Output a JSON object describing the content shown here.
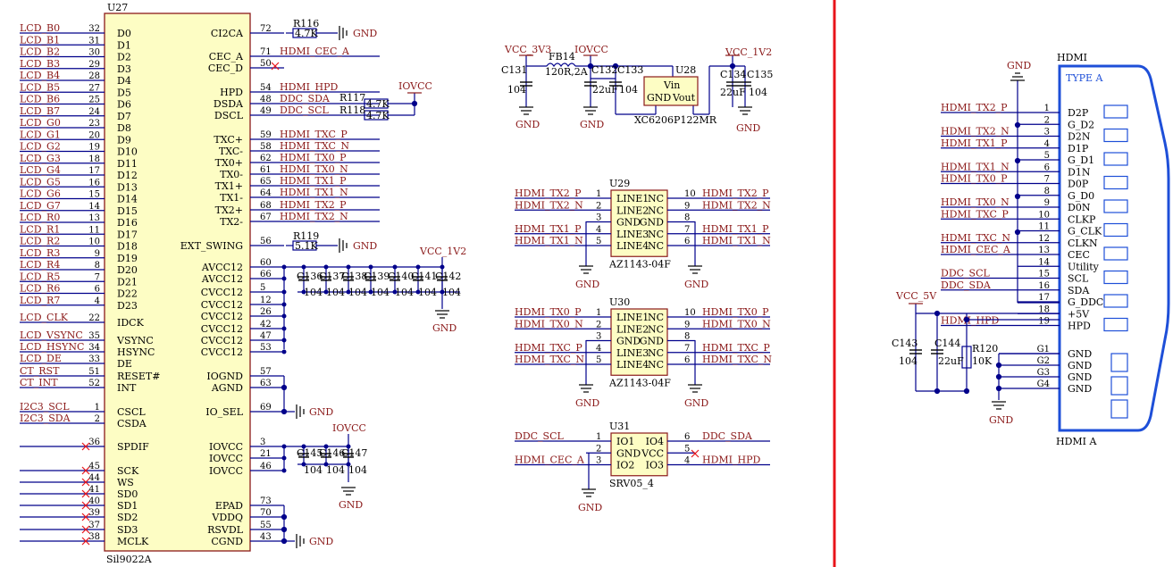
{
  "u27": {
    "ref": "U27",
    "part": "Sil9022A",
    "left_pins": [
      {
        "net": "LCD_B0",
        "num": "32",
        "name": "D0"
      },
      {
        "net": "LCD_B1",
        "num": "31",
        "name": "D1"
      },
      {
        "net": "LCD_B2",
        "num": "30",
        "name": "D2"
      },
      {
        "net": "LCD_B3",
        "num": "29",
        "name": "D3"
      },
      {
        "net": "LCD_B4",
        "num": "28",
        "name": "D4"
      },
      {
        "net": "LCD_B5",
        "num": "27",
        "name": "D5"
      },
      {
        "net": "LCD_B6",
        "num": "25",
        "name": "D6"
      },
      {
        "net": "LCD_B7",
        "num": "24",
        "name": "D7"
      },
      {
        "net": "LCD_G0",
        "num": "23",
        "name": "D8"
      },
      {
        "net": "LCD_G1",
        "num": "20",
        "name": "D9"
      },
      {
        "net": "LCD_G2",
        "num": "19",
        "name": "D10"
      },
      {
        "net": "LCD_G3",
        "num": "18",
        "name": "D11"
      },
      {
        "net": "LCD_G4",
        "num": "17",
        "name": "D12"
      },
      {
        "net": "LCD_G5",
        "num": "16",
        "name": "D13"
      },
      {
        "net": "LCD_G6",
        "num": "15",
        "name": "D14"
      },
      {
        "net": "LCD_G7",
        "num": "14",
        "name": "D15"
      },
      {
        "net": "LCD_R0",
        "num": "13",
        "name": "D16"
      },
      {
        "net": "LCD_R1",
        "num": "11",
        "name": "D17"
      },
      {
        "net": "LCD_R2",
        "num": "10",
        "name": "D18"
      },
      {
        "net": "LCD_R3",
        "num": "9",
        "name": "D19"
      },
      {
        "net": "LCD_R4",
        "num": "8",
        "name": "D20"
      },
      {
        "net": "LCD_R5",
        "num": "7",
        "name": "D21"
      },
      {
        "net": "LCD_R6",
        "num": "6",
        "name": "D22"
      },
      {
        "net": "LCD_R7",
        "num": "4",
        "name": "D23"
      },
      {
        "net": "LCD_CLK",
        "num": "22",
        "name": "IDCK"
      },
      {
        "net": "LCD_VSYNC",
        "num": "35",
        "name": "VSYNC"
      },
      {
        "net": "LCD_HSYNC",
        "num": "34",
        "name": "HSYNC"
      },
      {
        "net": "LCD_DE",
        "num": "33",
        "name": "DE"
      },
      {
        "net": "CT_RST",
        "num": "51",
        "name": "RESET#"
      },
      {
        "net": "CT_INT",
        "num": "52",
        "name": "INT"
      },
      {
        "net": "I2C3_SCL",
        "num": "1",
        "name": "CSCL"
      },
      {
        "net": "I2C3_SDA",
        "num": "2",
        "name": "CSDA"
      },
      {
        "net": "",
        "num": "36",
        "name": "SPDIF"
      },
      {
        "net": "",
        "num": "45",
        "name": "SCK"
      },
      {
        "net": "",
        "num": "44",
        "name": "WS"
      },
      {
        "net": "",
        "num": "41",
        "name": "SD0"
      },
      {
        "net": "",
        "num": "40",
        "name": "SD1"
      },
      {
        "net": "",
        "num": "39",
        "name": "SD2"
      },
      {
        "net": "",
        "num": "37",
        "name": "SD3"
      },
      {
        "net": "",
        "num": "38",
        "name": "MCLK"
      }
    ],
    "right_pins": [
      {
        "name": "CI2CA",
        "num": "72",
        "net": ""
      },
      {
        "name": "CEC_A",
        "num": "71",
        "net": "HDMI_CEC_A"
      },
      {
        "name": "CEC_D",
        "num": "50",
        "net": ""
      },
      {
        "name": "HPD",
        "num": "54",
        "net": "HDMI_HPD"
      },
      {
        "name": "DSDA",
        "num": "48",
        "net": "DDC_SDA"
      },
      {
        "name": "DSCL",
        "num": "49",
        "net": "DDC_SCL"
      },
      {
        "name": "TXC+",
        "num": "59",
        "net": "HDMI_TXC_P"
      },
      {
        "name": "TXC-",
        "num": "58",
        "net": "HDMI_TXC_N"
      },
      {
        "name": "TX0+",
        "num": "62",
        "net": "HDMI_TX0_P"
      },
      {
        "name": "TX0-",
        "num": "61",
        "net": "HDMI_TX0_N"
      },
      {
        "name": "TX1+",
        "num": "65",
        "net": "HDMI_TX1_P"
      },
      {
        "name": "TX1-",
        "num": "64",
        "net": "HDMI_TX1_N"
      },
      {
        "name": "TX2+",
        "num": "68",
        "net": "HDMI_TX2_P"
      },
      {
        "name": "TX2-",
        "num": "67",
        "net": "HDMI_TX2_N"
      },
      {
        "name": "EXT_SWING",
        "num": "56",
        "net": ""
      },
      {
        "name": "AVCC12",
        "num": "60",
        "net": ""
      },
      {
        "name": "AVCC12",
        "num": "66",
        "net": ""
      },
      {
        "name": "CVCC12",
        "num": "5",
        "net": ""
      },
      {
        "name": "CVCC12",
        "num": "12",
        "net": ""
      },
      {
        "name": "CVCC12",
        "num": "26",
        "net": ""
      },
      {
        "name": "CVCC12",
        "num": "42",
        "net": ""
      },
      {
        "name": "CVCC12",
        "num": "47",
        "net": ""
      },
      {
        "name": "CVCC12",
        "num": "53",
        "net": ""
      },
      {
        "name": "IOGND",
        "num": "57",
        "net": ""
      },
      {
        "name": "AGND",
        "num": "63",
        "net": ""
      },
      {
        "name": "IO_SEL",
        "num": "69",
        "net": ""
      },
      {
        "name": "IOVCC",
        "num": "3",
        "net": ""
      },
      {
        "name": "IOVCC",
        "num": "21",
        "net": ""
      },
      {
        "name": "IOVCC",
        "num": "46",
        "net": ""
      },
      {
        "name": "EPAD",
        "num": "73",
        "net": ""
      },
      {
        "name": "VDDQ",
        "num": "70",
        "net": ""
      },
      {
        "name": "RSVDL",
        "num": "55",
        "net": ""
      },
      {
        "name": "CGND",
        "num": "43",
        "net": ""
      }
    ]
  },
  "resistors": {
    "r116": {
      "ref": "R116",
      "value": "4.7K"
    },
    "r117": {
      "ref": "R117",
      "value": "4.7K"
    },
    "r118": {
      "ref": "R118",
      "value": "4.7K"
    },
    "r119": {
      "ref": "R119",
      "value": "5.1K"
    },
    "r120": {
      "ref": "R120",
      "value": "10K"
    }
  },
  "power": {
    "gnd": "GND",
    "iovcc": "IOVCC",
    "vcc_1v2": "VCC_1V2",
    "vcc_3v3": "VCC_3V3",
    "vcc_5v": "VCC_5V"
  },
  "caps_avcc": {
    "refs": [
      "C136",
      "C137",
      "C138",
      "C139",
      "C140",
      "C141",
      "C142"
    ],
    "value": "104"
  },
  "caps_iovcc": {
    "refs": [
      "C145",
      "C146",
      "C147"
    ],
    "value": "104"
  },
  "power_section": {
    "c131": {
      "ref": "C131",
      "value": "104"
    },
    "fb14": {
      "ref": "FB14",
      "value": "120R,2A"
    },
    "c132": {
      "ref": "C132",
      "value": "22uF"
    },
    "c133": {
      "ref": "C133",
      "value": "104"
    },
    "u28": {
      "ref": "U28",
      "part": "XC6206P122MR",
      "pin_vin": "Vin",
      "pin_gnd": "GND",
      "pin_vout": "Vout"
    },
    "c134": {
      "ref": "C134",
      "value": "22uF"
    },
    "c135": {
      "ref": "C135",
      "value": "104"
    }
  },
  "u29": {
    "ref": "U29",
    "part": "AZ1143-04F",
    "left": [
      {
        "net": "HDMI_TX2_P",
        "num": "1",
        "name": "LINE1"
      },
      {
        "net": "HDMI_TX2_N",
        "num": "2",
        "name": "LINE2"
      },
      {
        "net": "",
        "num": "3",
        "name": "GND"
      },
      {
        "net": "HDMI_TX1_P",
        "num": "4",
        "name": "LINE3"
      },
      {
        "net": "HDMI_TX1_N",
        "num": "5",
        "name": "LINE4"
      }
    ],
    "right": [
      {
        "name": "NC",
        "num": "10",
        "net": "HDMI_TX2_P"
      },
      {
        "name": "NC",
        "num": "9",
        "net": "HDMI_TX2_N"
      },
      {
        "name": "GND",
        "num": "8",
        "net": ""
      },
      {
        "name": "NC",
        "num": "7",
        "net": "HDMI_TX1_P"
      },
      {
        "name": "NC",
        "num": "6",
        "net": "HDMI_TX1_N"
      }
    ]
  },
  "u30": {
    "ref": "U30",
    "part": "AZ1143-04F",
    "left": [
      {
        "net": "HDMI_TX0_P",
        "num": "1",
        "name": "LINE1"
      },
      {
        "net": "HDMI_TX0_N",
        "num": "2",
        "name": "LINE2"
      },
      {
        "net": "",
        "num": "3",
        "name": "GND"
      },
      {
        "net": "HDMI_TXC_P",
        "num": "4",
        "name": "LINE3"
      },
      {
        "net": "HDMI_TXC_N",
        "num": "5",
        "name": "LINE4"
      }
    ],
    "right": [
      {
        "name": "NC",
        "num": "10",
        "net": "HDMI_TX0_P"
      },
      {
        "name": "NC",
        "num": "9",
        "net": "HDMI_TX0_N"
      },
      {
        "name": "GND",
        "num": "8",
        "net": ""
      },
      {
        "name": "NC",
        "num": "7",
        "net": "HDMI_TXC_P"
      },
      {
        "name": "NC",
        "num": "6",
        "net": "HDMI_TXC_N"
      }
    ]
  },
  "u31": {
    "ref": "U31",
    "part": "SRV05_4",
    "left": [
      {
        "net": "DDC_SCL",
        "num": "1",
        "name": "IO1"
      },
      {
        "net": "",
        "num": "2",
        "name": "GND"
      },
      {
        "net": "HDMI_CEC_A",
        "num": "3",
        "name": "IO2"
      }
    ],
    "right": [
      {
        "name": "IO4",
        "num": "6",
        "net": "DDC_SDA"
      },
      {
        "name": "VCC",
        "num": "5",
        "net": ""
      },
      {
        "name": "IO3",
        "num": "4",
        "net": "HDMI_HPD"
      }
    ]
  },
  "hdmi": {
    "ref": "HDMI",
    "type": "TYPE A",
    "footer": "HDMI A",
    "c143": {
      "ref": "C143",
      "value": "104"
    },
    "c144": {
      "ref": "C144",
      "value": "22uF"
    },
    "pins": [
      {
        "num": "1",
        "name": "D2P",
        "net": "HDMI_TX2_P"
      },
      {
        "num": "2",
        "name": "G_D2",
        "net": ""
      },
      {
        "num": "3",
        "name": "D2N",
        "net": "HDMI_TX2_N"
      },
      {
        "num": "4",
        "name": "D1P",
        "net": "HDMI_TX1_P"
      },
      {
        "num": "5",
        "name": "G_D1",
        "net": ""
      },
      {
        "num": "6",
        "name": "D1N",
        "net": "HDMI_TX1_N"
      },
      {
        "num": "7",
        "name": "D0P",
        "net": "HDMI_TX0_P"
      },
      {
        "num": "8",
        "name": "G_D0",
        "net": ""
      },
      {
        "num": "9",
        "name": "D0N",
        "net": "HDMI_TX0_N"
      },
      {
        "num": "10",
        "name": "CLKP",
        "net": "HDMI_TXC_P"
      },
      {
        "num": "11",
        "name": "G_CLK",
        "net": ""
      },
      {
        "num": "12",
        "name": "CLKN",
        "net": "HDMI_TXC_N"
      },
      {
        "num": "13",
        "name": "CEC",
        "net": "HDMI_CEC_A"
      },
      {
        "num": "14",
        "name": "Utility",
        "net": ""
      },
      {
        "num": "15",
        "name": "SCL",
        "net": "DDC_SCL"
      },
      {
        "num": "16",
        "name": "SDA",
        "net": "DDC_SDA"
      },
      {
        "num": "17",
        "name": "G_DDC",
        "net": ""
      },
      {
        "num": "18",
        "name": "+5V",
        "net": ""
      },
      {
        "num": "19",
        "name": "HPD",
        "net": "HDMI_HPD"
      }
    ],
    "gnd_pins": [
      {
        "num": "G1",
        "name": "GND"
      },
      {
        "num": "G2",
        "name": "GND"
      },
      {
        "num": "G3",
        "name": "GND"
      },
      {
        "num": "G4",
        "name": "GND"
      }
    ]
  }
}
